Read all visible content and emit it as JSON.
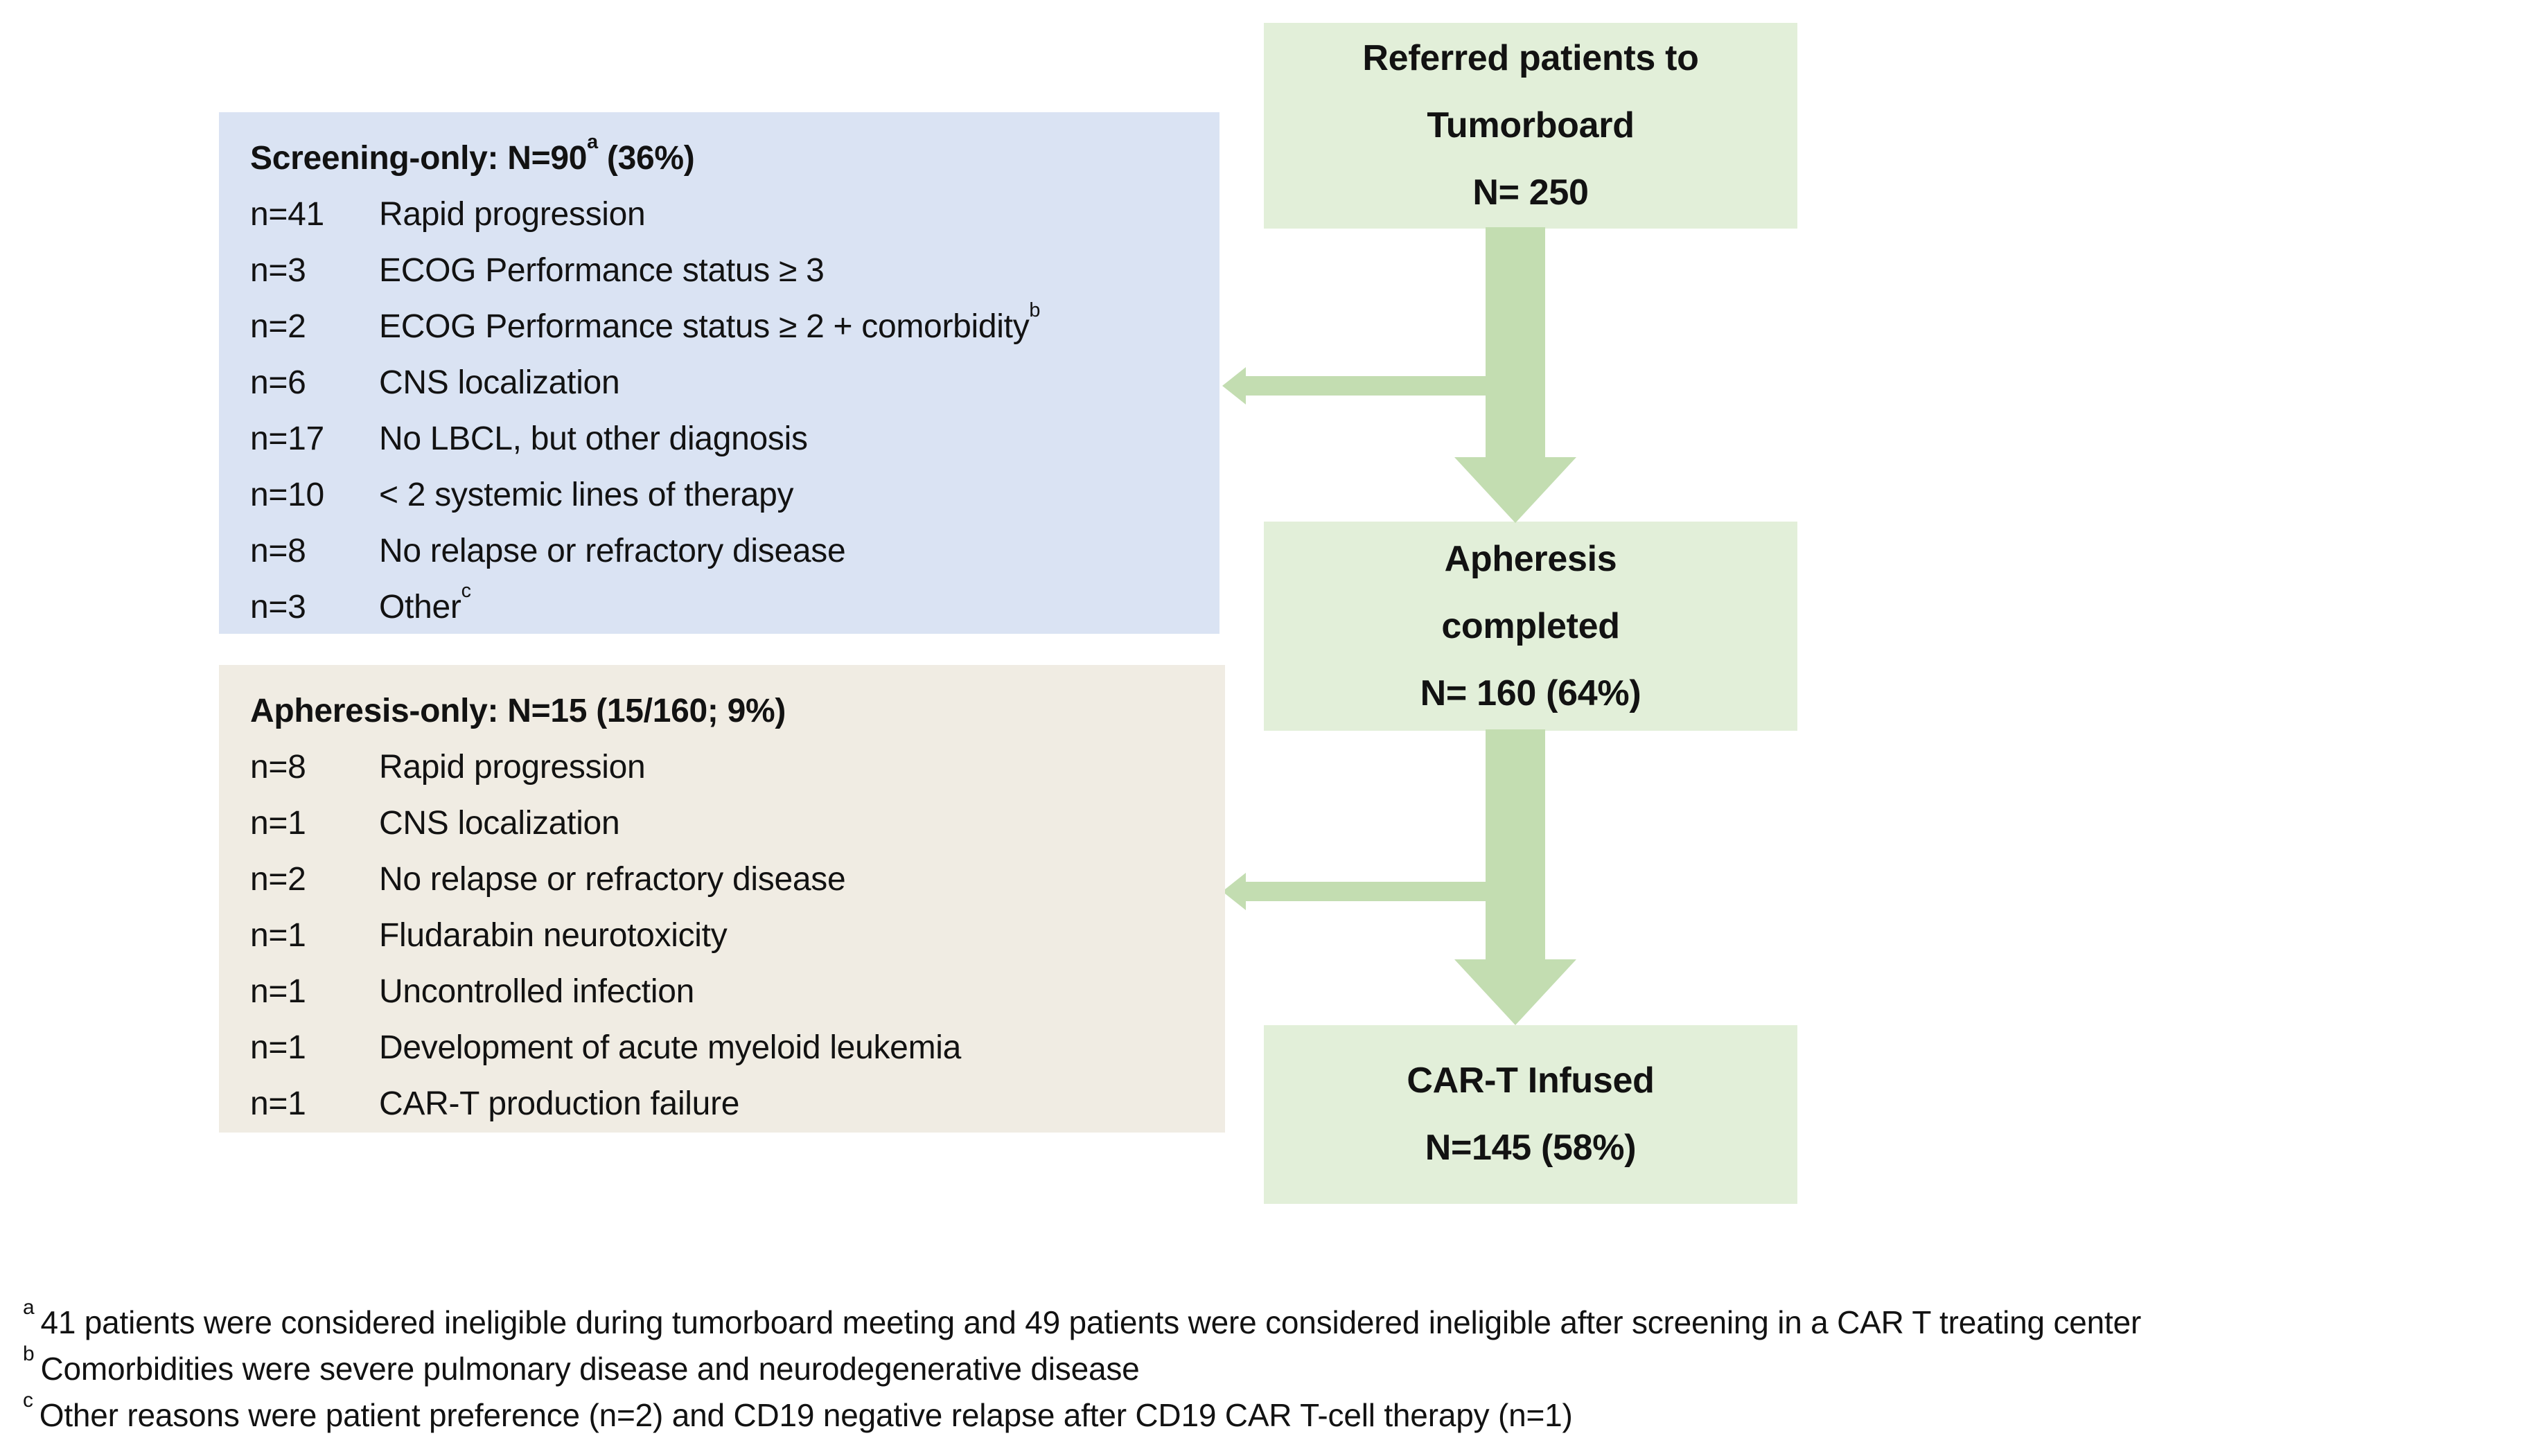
{
  "flow": {
    "referred": {
      "line1": "Referred patients to",
      "line2": "Tumorboard",
      "line3": "N= 250"
    },
    "apheresis": {
      "line1": "Apheresis",
      "line2": "completed",
      "line3": "N= 160 (64%)"
    },
    "infused": {
      "line1": "CAR-T Infused",
      "line2": "N=145 (58%)"
    }
  },
  "screening_box": {
    "title_pre": "Screening-only: N=90",
    "title_sup": "a",
    "title_post": " (36%)",
    "items": [
      {
        "n": "n=41",
        "label": "Rapid progression"
      },
      {
        "n": "n=3",
        "label": "ECOG Performance status ≥ 3"
      },
      {
        "n": "n=2",
        "label": "ECOG Performance status ≥ 2 + comorbidity",
        "sup": "b"
      },
      {
        "n": "n=6",
        "label": "CNS localization"
      },
      {
        "n": "n=17",
        "label": "No LBCL, but other diagnosis"
      },
      {
        "n": "n=10",
        "label": "< 2 systemic lines of therapy"
      },
      {
        "n": "n=8",
        "label": "No relapse or refractory disease"
      },
      {
        "n": "n=3",
        "label": "Other",
        "sup": "c"
      }
    ]
  },
  "apheresis_box": {
    "title": "Apheresis-only: N=15 (15/160; 9%)",
    "items": [
      {
        "n": "n=8",
        "label": "Rapid progression"
      },
      {
        "n": "n=1",
        "label": "CNS localization"
      },
      {
        "n": "n=2",
        "label": "No relapse or refractory disease"
      },
      {
        "n": "n=1",
        "label": "Fludarabin neurotoxicity"
      },
      {
        "n": "n=1",
        "label": "Uncontrolled infection"
      },
      {
        "n": "n=1",
        "label": "Development of acute myeloid leukemia"
      },
      {
        "n": "n=1",
        "label": "CAR-T production failure"
      }
    ]
  },
  "footnotes": [
    {
      "marker": "a",
      "text": "41 patients were considered ineligible during tumorboard meeting and 49 patients were considered ineligible after screening in a CAR T treating center"
    },
    {
      "marker": "b",
      "text": "Comorbidities were severe pulmonary disease and neurodegenerative disease"
    },
    {
      "marker": "c",
      "text": "Other reasons were patient preference (n=2) and CD19 negative relapse after CD19 CAR T-cell therapy (n=1)"
    }
  ],
  "colors": {
    "node_fill": "#e2efd9",
    "arrow": "#c3ddb1",
    "screening_fill": "#dae3f3",
    "apheresis_fill": "#f0ece3",
    "text": "#121212",
    "background": "#ffffff"
  }
}
